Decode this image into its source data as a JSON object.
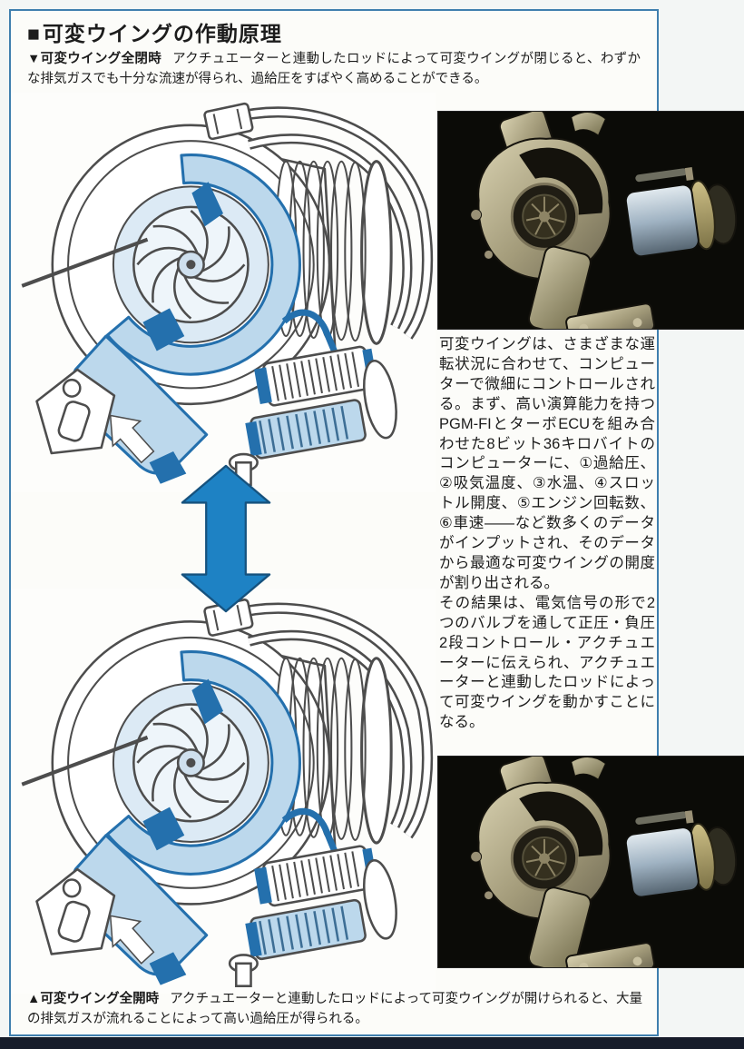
{
  "colors": {
    "frame-blue": "#3f7fae",
    "accent-blue": "#1e82c4",
    "accent-blue-dark": "#16527e",
    "draw-lb": "#bcd8ec",
    "draw-pb": "#dceaf5",
    "draw-db": "#2470ad",
    "draw-ink": "#4d4d4d",
    "photo-bg": "#0b0b07",
    "footer-strip": "#161c2a",
    "text-ink": "#1c1c1c"
  },
  "header": {
    "marker": "■",
    "title": "可変ウイングの作動原理"
  },
  "figure_closed": {
    "label": "▼可変ウイング全閉時",
    "caption": "アクチュエーターと連動したロッドによって可変ウイングが閉じると、わずかな排気ガスでも十分な流速が得られ、過給圧をすばやく高めることができる。"
  },
  "figure_open": {
    "label": "▲可変ウイング全開時",
    "caption": "アクチュエーターと連動したロッドによって可変ウイングが開けられると、大量の排気ガスが流れることによって高い過給圧が得られる。"
  },
  "body": {
    "paragraph1": "可変ウイングは、さまざまな運転状況に合わせて、コンピューターで微細にコントロールされる。まず、高い演算能力を持つPGM-FIとターボECUを組み合わせた8ビット36キロバイトのコンピューターに、①過給圧、②吸気温度、③水温、④スロットル開度、⑤エンジン回転数、⑥車速――など数多くのデータがインプットされ、そのデータから最適な可変ウイングの開度が割り出される。",
    "paragraph2": "その結果は、電気信号の形で2つのバルブを通して正圧・負圧2段コントロール・アクチュエーターに伝えられ、アクチュエーターと連動したロッドによって可変ウイングを動かすことになる。"
  },
  "icons": {
    "flow_double_arrow": "⇕"
  }
}
